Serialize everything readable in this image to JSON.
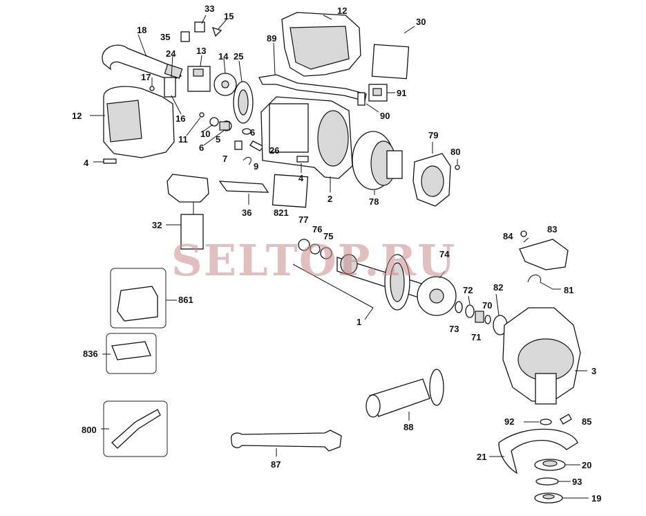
{
  "watermark": "SELTOP.RU",
  "callouts": {
    "c1": "1",
    "c2": "2",
    "c3": "3",
    "c4a": "4",
    "c4b": "4",
    "c5": "5",
    "c6a": "6",
    "c6b": "6",
    "c7": "7",
    "c9": "9",
    "c10": "10",
    "c11": "11",
    "c12a": "12",
    "c12b": "12",
    "c13": "13",
    "c14": "14",
    "c15": "15",
    "c16": "16",
    "c17": "17",
    "c18": "18",
    "c19": "19",
    "c20": "20",
    "c21": "21",
    "c24": "24",
    "c25": "25",
    "c26": "26",
    "c30": "30",
    "c32": "32",
    "c33": "33",
    "c35": "35",
    "c36": "36",
    "c70": "70",
    "c71": "71",
    "c72": "72",
    "c73": "73",
    "c74": "74",
    "c75": "75",
    "c76": "76",
    "c77": "77",
    "c78": "78",
    "c79": "79",
    "c80": "80",
    "c81": "81",
    "c82": "82",
    "c83": "83",
    "c84": "84",
    "c85": "85",
    "c87": "87",
    "c88": "88",
    "c89": "89",
    "c90": "90",
    "c91": "91",
    "c92": "92",
    "c93": "93",
    "c800": "800",
    "c821": "821",
    "c836": "836",
    "c861": "861"
  }
}
